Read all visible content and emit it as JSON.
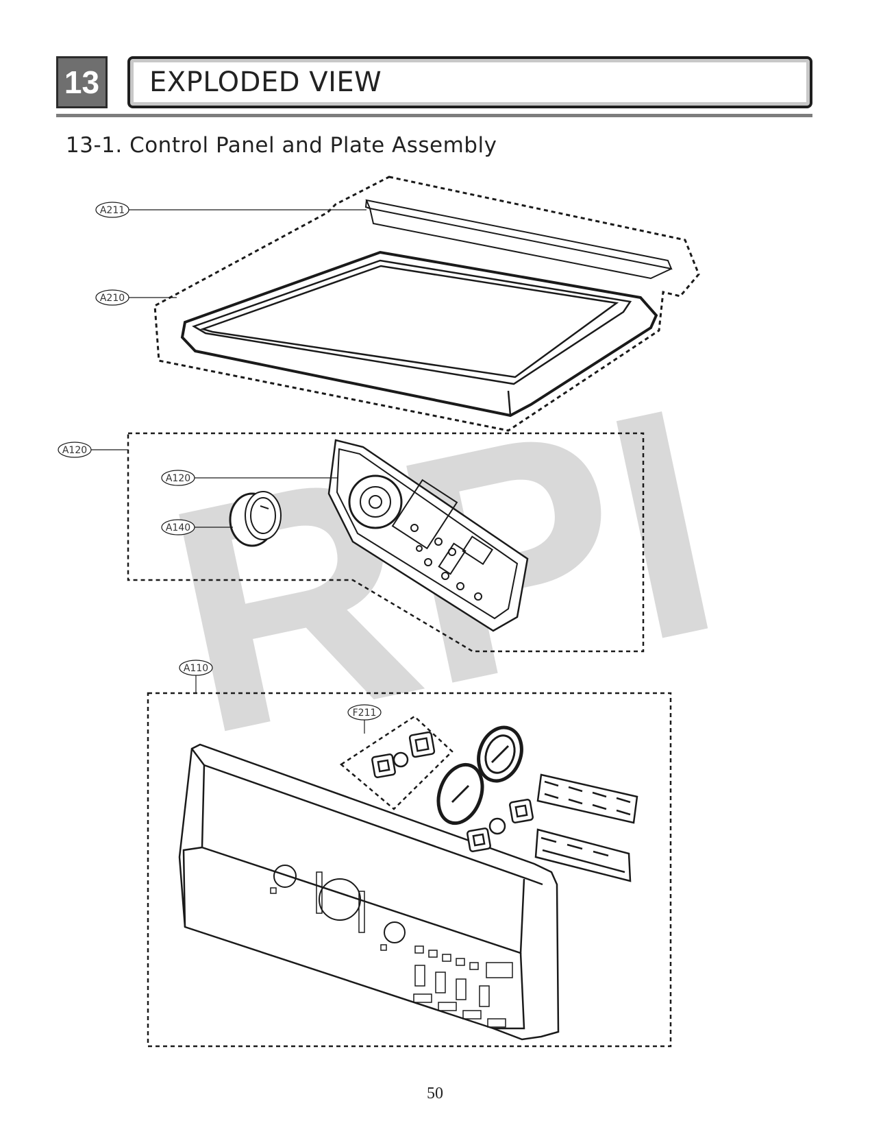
{
  "header": {
    "section_number": "13",
    "title": "EXPLODED VIEW",
    "subtitle": "13-1. Control Panel and Plate Assembly"
  },
  "watermark": "RPI",
  "callouts": {
    "a211": "A211",
    "a210": "A210",
    "a120_group": "A120",
    "a120": "A120",
    "a140": "A140",
    "a110": "A110",
    "f211": "F211"
  },
  "page_number": "50",
  "colors": {
    "section_box": "#6f6f6f",
    "rule": "#7d7d7d",
    "watermark": "#d9d9d9",
    "line_art": "#1a1a1a"
  }
}
